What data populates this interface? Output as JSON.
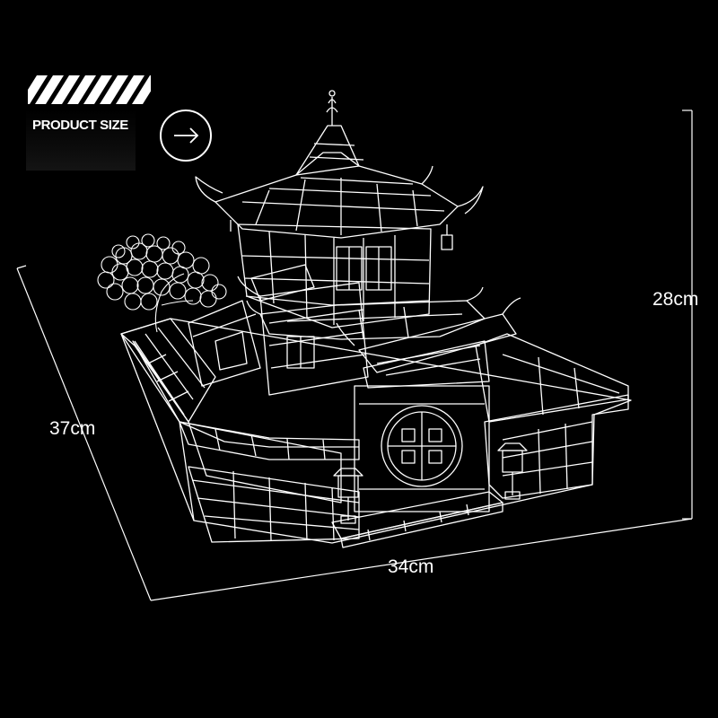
{
  "header": {
    "label": "PRODUCT SIZE",
    "arrow_icon": "arrow-right-icon"
  },
  "dimensions": {
    "height": "28cm",
    "length": "37cm",
    "width": "34cm"
  },
  "colors": {
    "background": "#000000",
    "line": "#ffffff"
  }
}
